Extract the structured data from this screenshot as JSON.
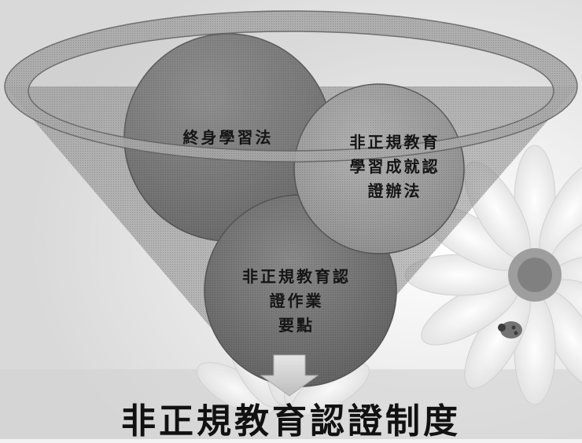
{
  "diagram": {
    "nodes": [
      {
        "id": "lifelong",
        "lines": [
          "終身學習法"
        ]
      },
      {
        "id": "recognition-rules",
        "lines": [
          "非正規教育",
          "學習成就認",
          "證辦法"
        ]
      },
      {
        "id": "guidelines",
        "lines": [
          "非正規教育認",
          "證作業",
          "要點"
        ]
      }
    ],
    "result_title": "非正規教育認證制度"
  },
  "colors": {
    "funnel_rim": "#a9a9a9",
    "funnel_body": "#8a8a8a",
    "circle_dark": "#6f6f6f",
    "circle_light": "#8e8e8e",
    "arrow": "#cfcfcf"
  }
}
